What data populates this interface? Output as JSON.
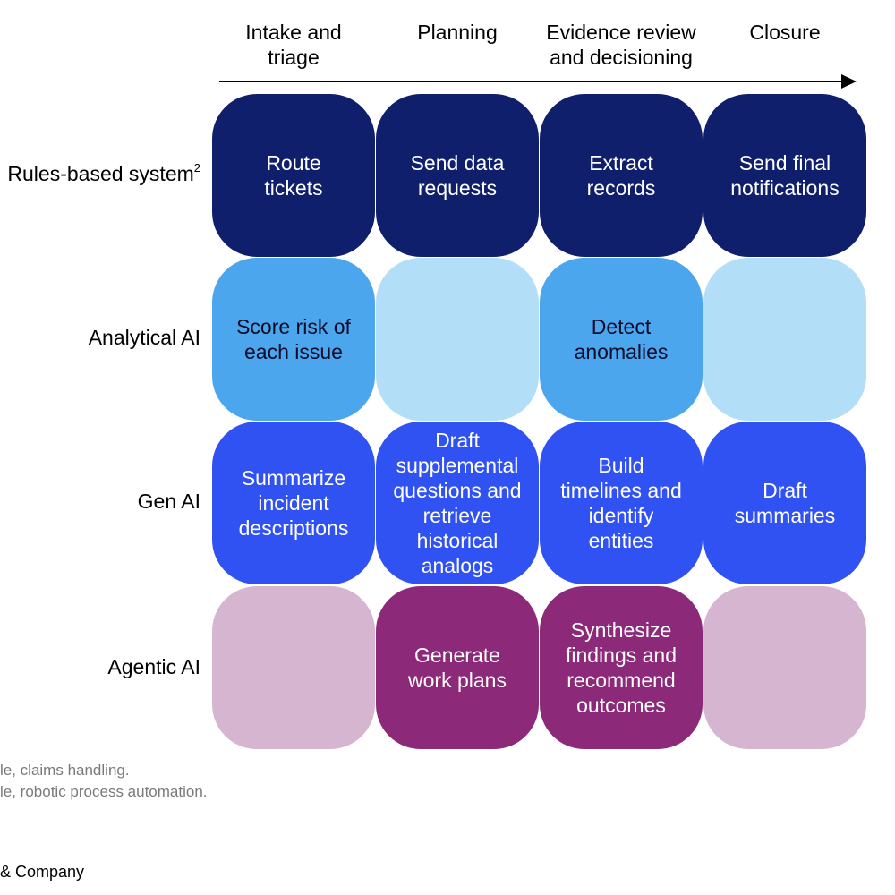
{
  "columns": [
    "Intake and\ntriage",
    "Planning",
    "Evidence review\nand decisioning",
    "Closure"
  ],
  "rows": [
    {
      "label": "Rules-based system",
      "superscript": "2",
      "cells": [
        {
          "text": "Route\ntickets",
          "bg": "#0f1f6b",
          "fg": "#ffffff"
        },
        {
          "text": "Send data\nrequests",
          "bg": "#0f1f6b",
          "fg": "#ffffff"
        },
        {
          "text": "Extract\nrecords",
          "bg": "#0f1f6b",
          "fg": "#ffffff"
        },
        {
          "text": "Send final\nnotifications",
          "bg": "#0f1f6b",
          "fg": "#ffffff"
        }
      ]
    },
    {
      "label": "Analytical AI",
      "superscript": "",
      "cells": [
        {
          "text": "Score risk of\neach issue",
          "bg": "#4ba6ed",
          "fg": "#0b0b2a"
        },
        {
          "text": "",
          "bg": "#b3def8",
          "fg": "#0b0b2a"
        },
        {
          "text": "Detect\nanomalies",
          "bg": "#4ba6ed",
          "fg": "#0b0b2a"
        },
        {
          "text": "",
          "bg": "#b3def8",
          "fg": "#0b0b2a"
        }
      ]
    },
    {
      "label": "Gen AI",
      "superscript": "",
      "cells": [
        {
          "text": "Summarize\nincident\ndescriptions",
          "bg": "#3152f2",
          "fg": "#ffffff"
        },
        {
          "text": "Draft\nsupplemental\nquestions and\nretrieve\nhistorical\nanalogs",
          "bg": "#3152f2",
          "fg": "#ffffff"
        },
        {
          "text": "Build\ntimelines and\nidentify\nentities",
          "bg": "#3152f2",
          "fg": "#ffffff"
        },
        {
          "text": "Draft\nsummaries",
          "bg": "#3152f2",
          "fg": "#ffffff"
        }
      ]
    },
    {
      "label": "Agentic AI",
      "superscript": "",
      "cells": [
        {
          "text": "",
          "bg": "#d6b5d0",
          "fg": "#ffffff"
        },
        {
          "text": "Generate\nwork plans",
          "bg": "#8c2a79",
          "fg": "#ffffff"
        },
        {
          "text": "Synthesize\nfindings and\nrecommend\noutcomes",
          "bg": "#8c2a79",
          "fg": "#ffffff"
        },
        {
          "text": "",
          "bg": "#d6b5d0",
          "fg": "#ffffff"
        }
      ]
    }
  ],
  "footnotes": [
    "le, claims handling.",
    "le, robotic process automation."
  ],
  "source": "& Company"
}
